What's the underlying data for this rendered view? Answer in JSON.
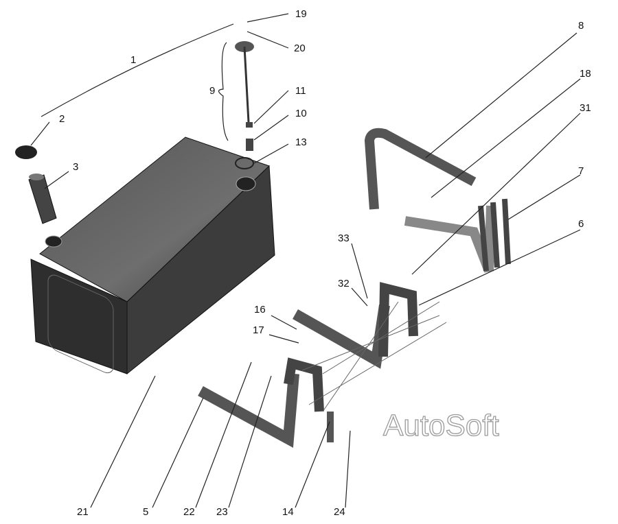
{
  "diagram": {
    "title": "Fuel tank assembly exploded view",
    "labels": [
      "1",
      "2",
      "3",
      "5",
      "6",
      "7",
      "8",
      "9",
      "10",
      "11",
      "13",
      "14",
      "16",
      "17",
      "18",
      "19",
      "20",
      "21",
      "22",
      "23",
      "24",
      "31",
      "32",
      "33"
    ],
    "watermark": "AutoSoft",
    "colors": {
      "part_dark": "#3a3a3a",
      "part_mid": "#6b6b6b",
      "part_light": "#9a9a9a",
      "line": "#222222"
    }
  }
}
